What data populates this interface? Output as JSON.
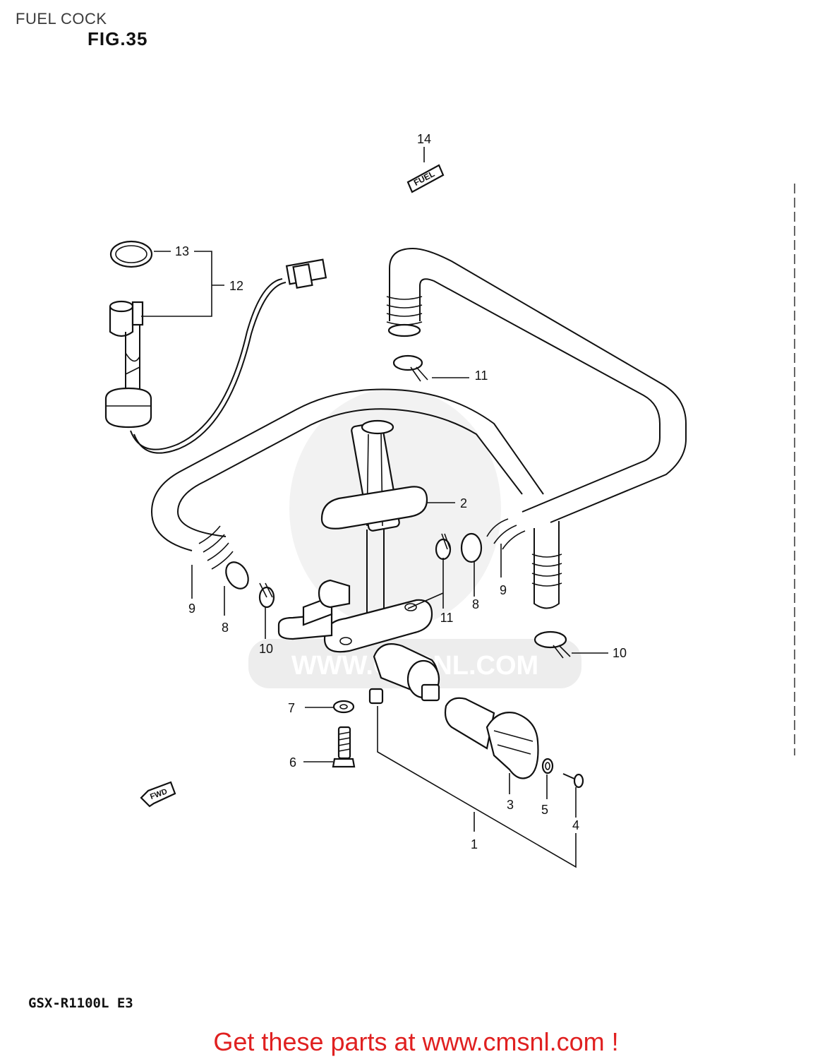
{
  "header": {
    "title": "FUEL COCK"
  },
  "figure": {
    "label": "FIG.35"
  },
  "model": {
    "code": "GSX-R1100L  E3"
  },
  "watermark": {
    "text": "WWW.CMSNL.COM"
  },
  "callouts": {
    "c1": "1",
    "c2": "2",
    "c3": "3",
    "c4": "4",
    "c5": "5",
    "c6": "6",
    "c7": "7",
    "c8a": "8",
    "c8b": "8",
    "c9a": "9",
    "c9b": "9",
    "c10a": "10",
    "c10b": "10",
    "c11a": "11",
    "c11b": "11",
    "c12": "12",
    "c13": "13",
    "c14": "14"
  },
  "labels": {
    "fuel_plate": "FUEL",
    "fwd_arrow": "FWD"
  },
  "cta": {
    "text": "Get these parts at www.cmsnl.com !",
    "color": "#e02020"
  }
}
